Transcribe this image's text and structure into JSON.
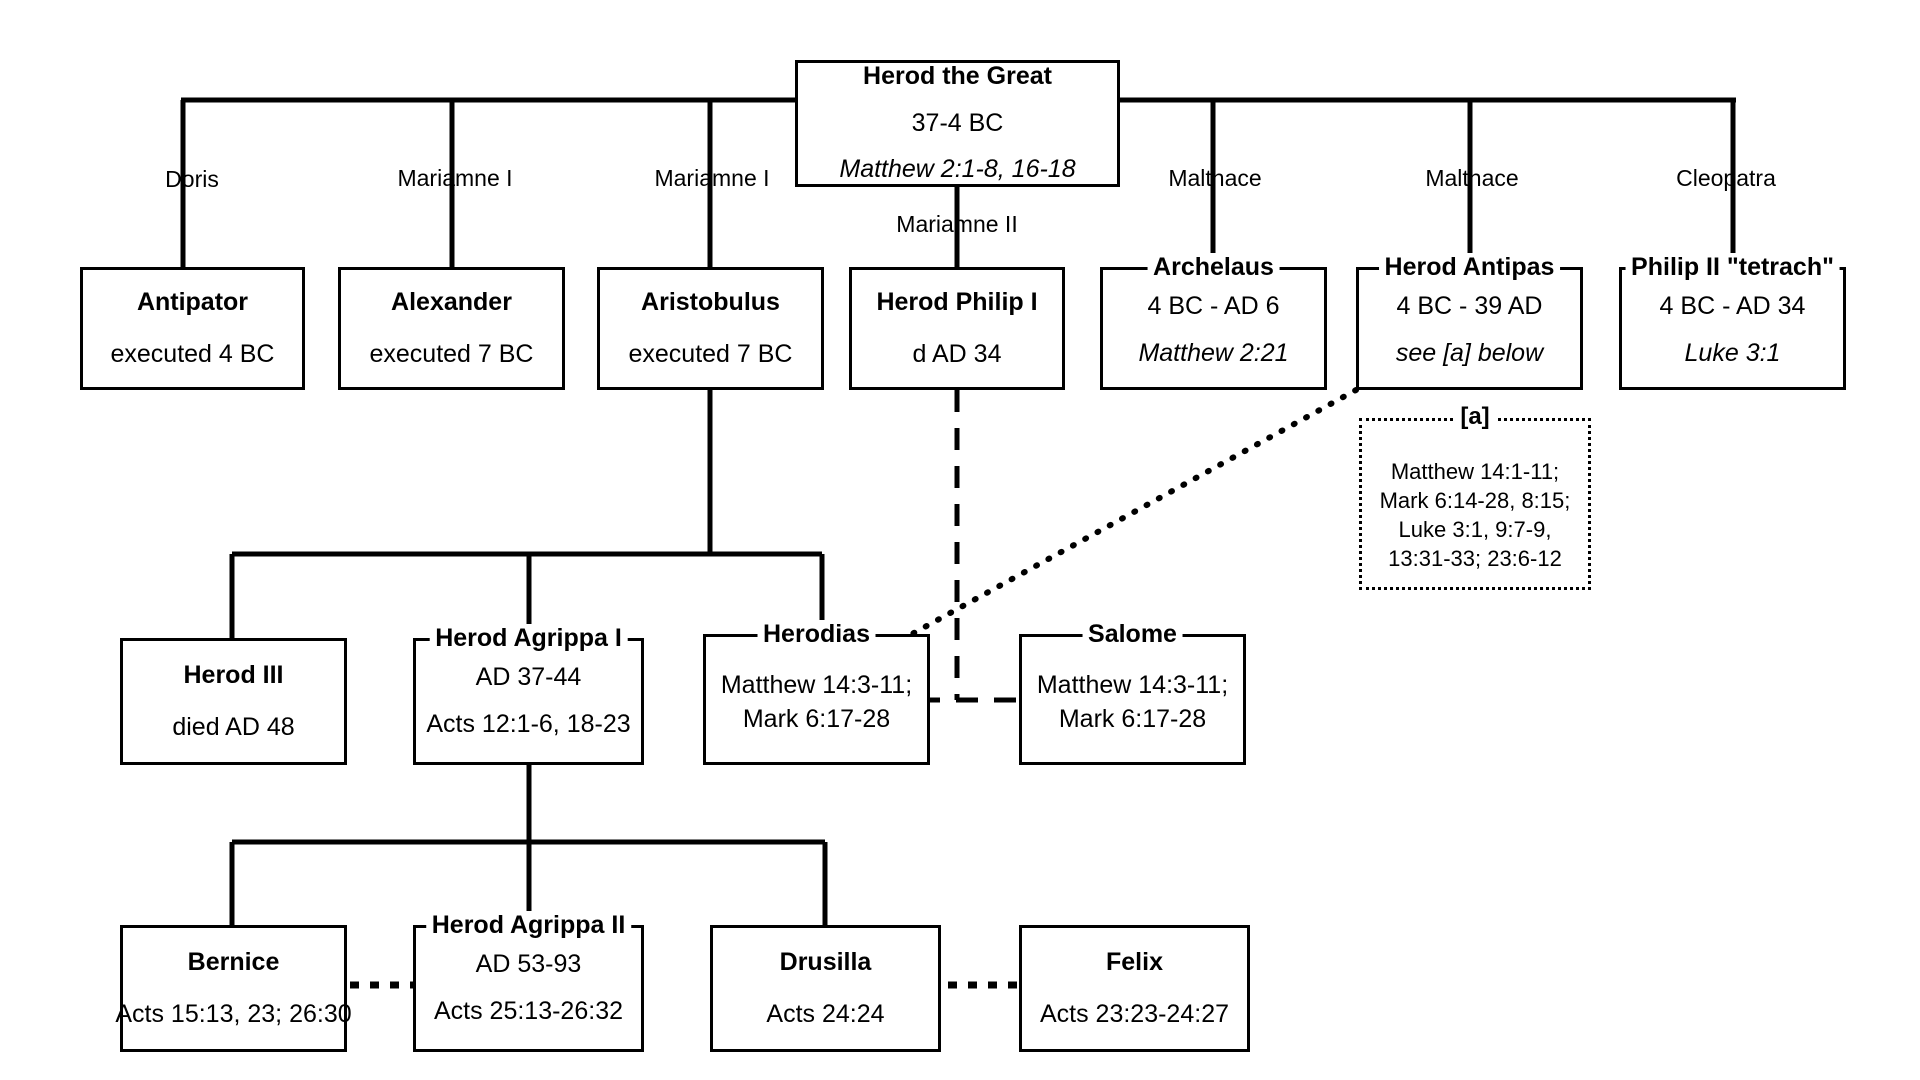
{
  "diagram": {
    "title": "Herodian Family Tree",
    "line_color": "#000000",
    "background": "#ffffff"
  },
  "root": {
    "name": "Herod the Great",
    "dates": "37-4 BC",
    "refs": "Matthew 2:1-8, 16-18"
  },
  "spouses": [
    {
      "label": "Doris"
    },
    {
      "label": "Mariamne I"
    },
    {
      "label": "Mariamne I"
    },
    {
      "label": "Mariamne II"
    },
    {
      "label": "Malthace"
    },
    {
      "label": "Malthace"
    },
    {
      "label": "Cleopatra"
    }
  ],
  "generation2": [
    {
      "name": "Antipator",
      "l1": "executed 4 BC"
    },
    {
      "name": "Alexander",
      "l1": "executed 7 BC"
    },
    {
      "name": "Aristobulus",
      "l1": "executed 7 BC"
    },
    {
      "name": "Herod Philip I",
      "l1": "d AD 34"
    },
    {
      "name": "Archelaus",
      "l1": "4 BC - AD 6",
      "l2": "Matthew 2:21"
    },
    {
      "name": "Herod Antipas",
      "l1": "4 BC - 39 AD",
      "l2": "see [a] below"
    },
    {
      "name": "Philip II \"tetrach\"",
      "l1": "4 BC - AD 34",
      "l2": "Luke 3:1"
    }
  ],
  "footnote": {
    "marker": "[a]",
    "text": "Matthew 14:1-11;\nMark 6:14-28, 8:15;\nLuke 3:1, 9:7-9,\n13:31-33; 23:6-12"
  },
  "generation3": [
    {
      "name": "Herod III",
      "l1": "died AD 48"
    },
    {
      "name": "Herod Agrippa I",
      "l1": "AD 37-44",
      "l2": "Acts 12:1-6, 18-23"
    },
    {
      "name": "Herodias",
      "l1": "Matthew 14:3-11;",
      "l2": "Mark 6:17-28"
    },
    {
      "name": "Salome",
      "l1": "Matthew 14:3-11;",
      "l2": "Mark 6:17-28"
    }
  ],
  "generation4": [
    {
      "name": "Bernice",
      "l1": "Acts 15:13, 23; 26:30"
    },
    {
      "name": "Herod Agrippa II",
      "l1": "AD 53-93",
      "l2": "Acts 25:13-26:32"
    },
    {
      "name": "Drusilla",
      "l1": "Acts 24:24"
    },
    {
      "name": "Felix",
      "l1": "Acts 23:23-24:27"
    }
  ]
}
